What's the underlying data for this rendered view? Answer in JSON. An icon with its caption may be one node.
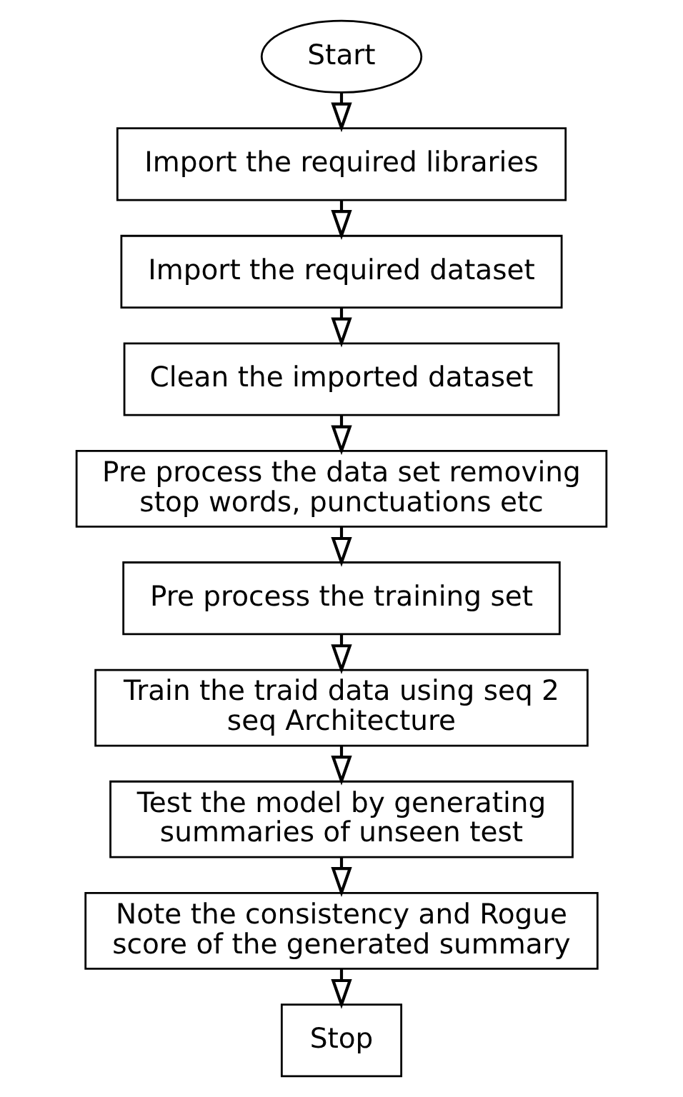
{
  "diagram": {
    "nodes": [
      {
        "text": [
          "Start"
        ]
      },
      {
        "text": [
          "Import the required libraries"
        ]
      },
      {
        "text": [
          "Import the required dataset"
        ]
      },
      {
        "text": [
          "Clean the imported dataset"
        ]
      },
      {
        "text": [
          "Pre process the data set removing stop words, punctuations etc"
        ]
      },
      {
        "text": [
          "Pre process the training set"
        ]
      },
      {
        "text": [
          "Train the traid data using seq 2 seq Architecture"
        ]
      },
      {
        "text": [
          "Test the model by generating summaries of unseen test"
        ]
      },
      {
        "text": [
          "Note the consistency and Rogue score of the generated summary"
        ]
      },
      {
        "text": [
          "Stop"
        ]
      }
    ],
    "edges": [
      {
        "from": 0,
        "to": 1,
        "arrow": "to"
      },
      {
        "from": 1,
        "to": 2,
        "arrow": "to"
      },
      {
        "from": 2,
        "to": 3,
        "arrow": "to"
      },
      {
        "from": 3,
        "to": 4,
        "arrow": "to"
      },
      {
        "from": 4,
        "to": 5,
        "arrow": "to"
      },
      {
        "from": 5,
        "to": 6,
        "arrow": "to"
      },
      {
        "from": 6,
        "to": 7,
        "arrow": "to"
      },
      {
        "from": 7,
        "to": 8,
        "arrow": "to"
      },
      {
        "from": 8,
        "to": 9,
        "arrow": "to"
      }
    ]
  }
}
